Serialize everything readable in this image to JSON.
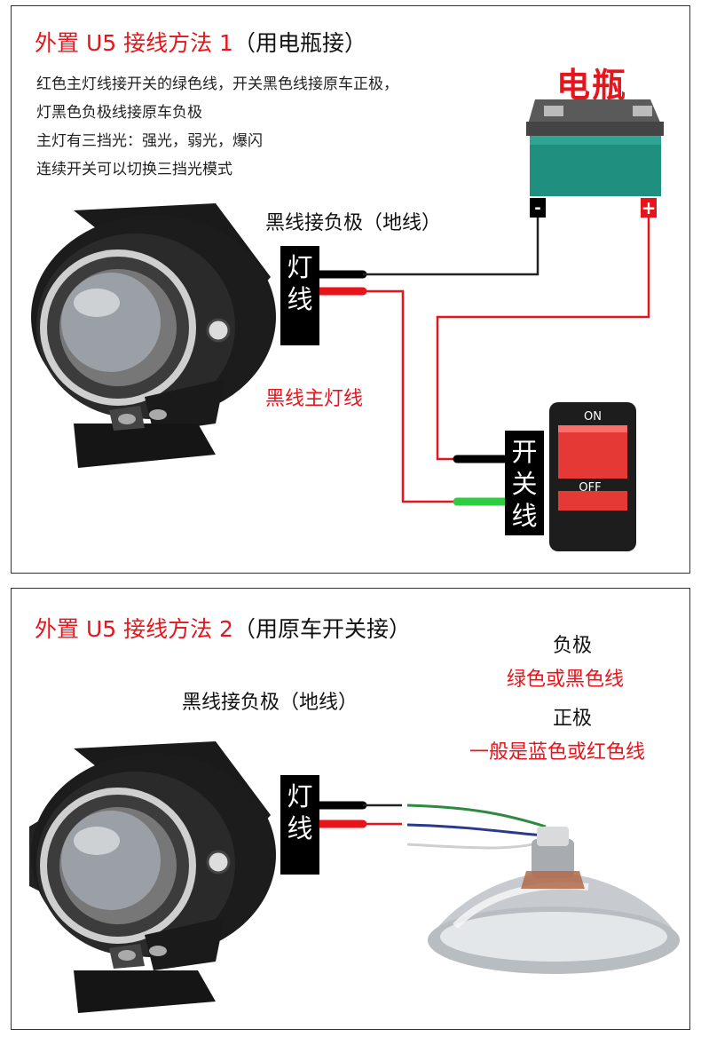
{
  "section1": {
    "title_red": "外置 U5 接线方法 1",
    "title_rest": "（用电瓶接）",
    "desc": [
      "红色主灯线接开关的绿色线，开关黑色线接原车正极，",
      "灯黑色负极线接原车负极",
      "主灯有三挡光：强光，弱光，爆闪",
      "连续开关可以切换三挡光模式"
    ],
    "battery_label": "电瓶",
    "neg_terminal": "-",
    "pos_terminal": "+",
    "black_wire_label": "黑线接负极（地线）",
    "red_wire_label": "黑线主灯线",
    "lamp_wire_label": "灯线",
    "switch_wire_label": "开关线",
    "switch_on": "ON",
    "switch_off": "OFF"
  },
  "section2": {
    "title_red": "外置 U5 接线方法 2",
    "title_rest": "（用原车开关接）",
    "black_wire_label": "黑线接负极（地线）",
    "lamp_wire_label": "灯线",
    "neg_label": "负极",
    "neg_desc": "绿色或黑色线",
    "pos_label": "正极",
    "pos_desc": "一般是蓝色或红色线"
  },
  "colors": {
    "accent_red": "#e8141c",
    "battery_green": "#1f8f80",
    "switch_red": "#e53935",
    "wire_green": "#2ecc40"
  },
  "icons": [
    "motorcycle-spotlight-icon",
    "battery-icon",
    "rocker-switch-icon",
    "headlight-bulb-reflector-icon"
  ]
}
